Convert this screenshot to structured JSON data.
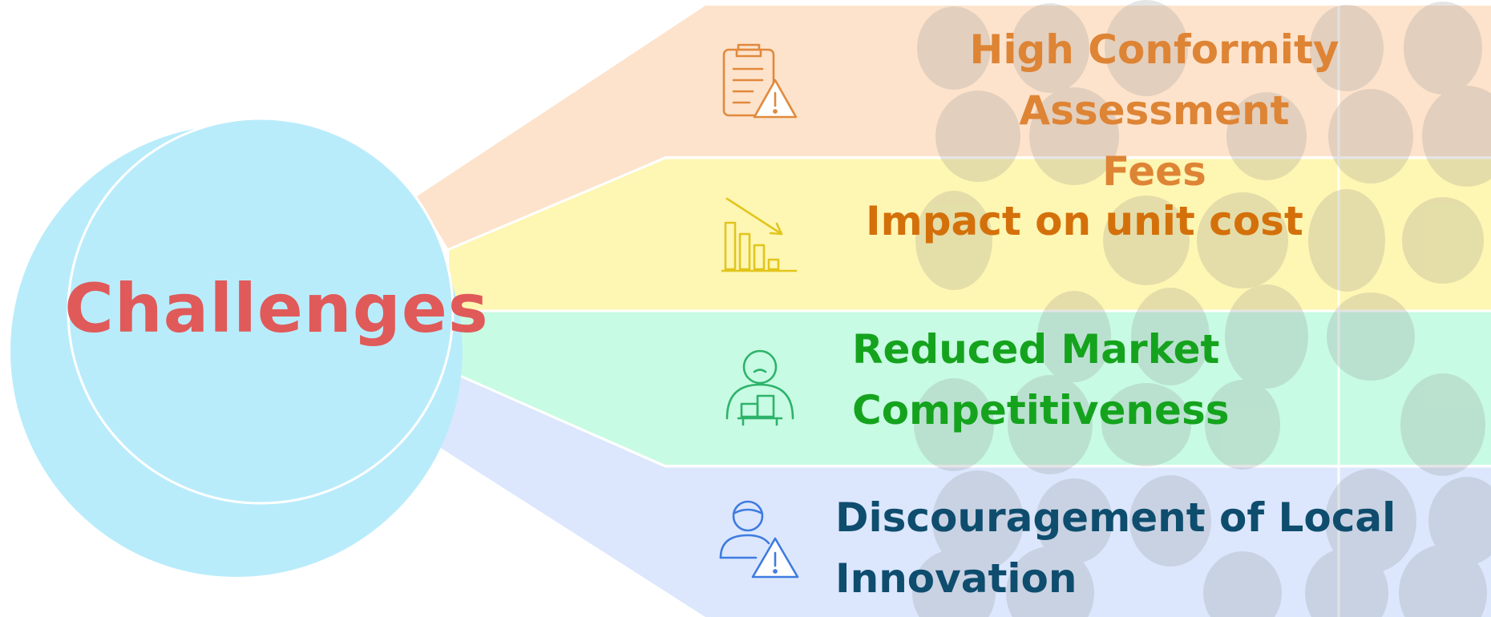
{
  "center": {
    "label": "Challenges",
    "label_color": "#E05A5A",
    "circle_color": "#B9ECFB"
  },
  "bands": [
    {
      "lines": [
        "High Conformity Assessment",
        "Fees"
      ],
      "icon": "clipboard-warning-icon",
      "fill": "#FDE3CC",
      "text_color": "#DE8435",
      "icon_color": "#E1893C"
    },
    {
      "lines": [
        "Impact on unit cost"
      ],
      "icon": "declining-bar-chart-icon",
      "fill": "#FEF6B3",
      "text_color": "#D4700A",
      "icon_color": "#E2C51C"
    },
    {
      "lines": [
        "Reduced Market",
        "Competitiveness"
      ],
      "icon": "sad-person-icon",
      "fill": "#C8FBE3",
      "text_color": "#15A31E",
      "icon_color": "#2DB36B"
    },
    {
      "lines": [
        "Discouragement of Local",
        "Innovation"
      ],
      "icon": "person-warning-icon",
      "fill": "#DCE7FD",
      "text_color": "#0E4D6E",
      "icon_color": "#3F7BE0"
    }
  ]
}
